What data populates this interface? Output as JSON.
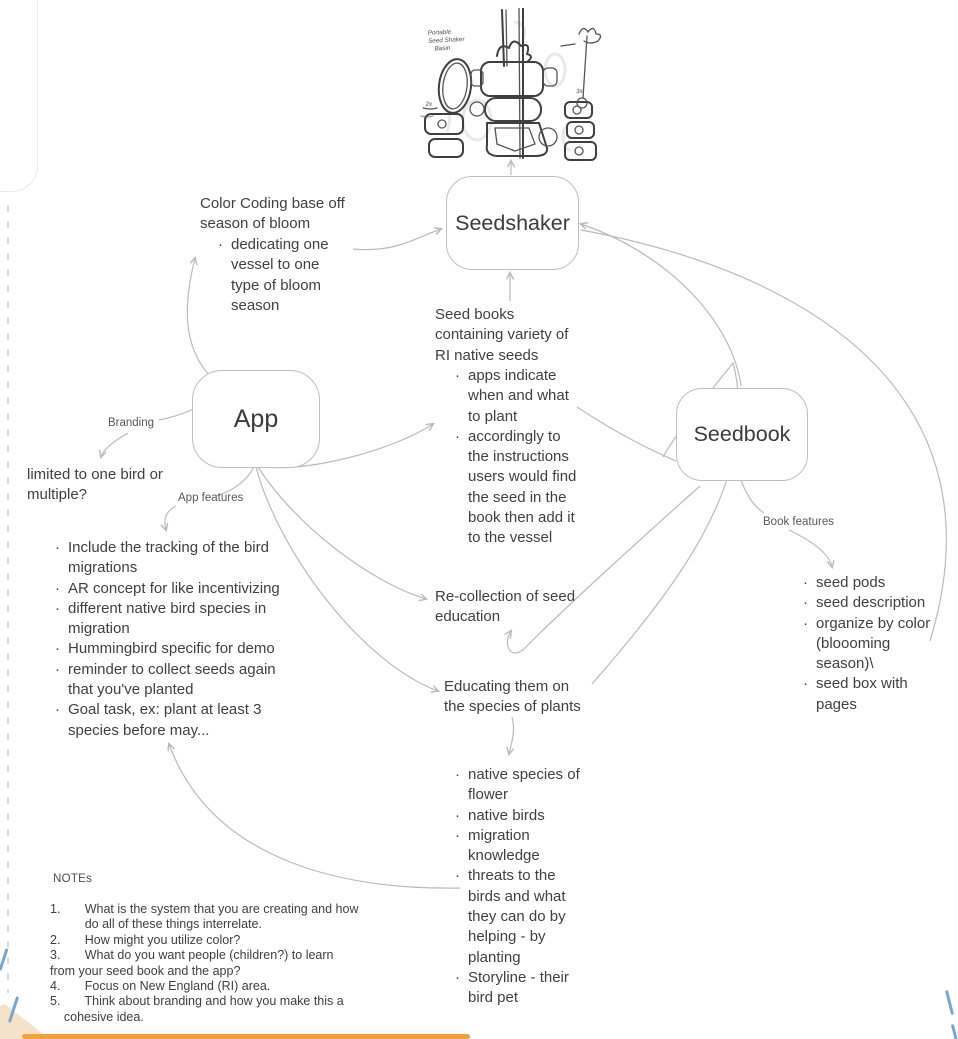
{
  "colors": {
    "connector": "#b8bbc1",
    "arrowhead": "#7a7d82",
    "node_border": "#bdbfc5",
    "text": "#3e3f43",
    "small_label": "#55575c",
    "blue_pen": "#7ca6c8",
    "orange_bar": "#efa23d",
    "peach_shape": "#f6e2cb"
  },
  "sketch": {
    "title_lines": [
      "Portable",
      "Seed Shaker",
      "Basin"
    ],
    "qty_left": "2x",
    "qty_right": "3x"
  },
  "nodes": {
    "seedshaker": {
      "label": "Seedshaker"
    },
    "app": {
      "label": "App"
    },
    "seedbook": {
      "label": "Seedbook"
    }
  },
  "labels": {
    "branding": "Branding",
    "app_features": "App features",
    "book_features": "Book features"
  },
  "blocks": {
    "color_coding": {
      "text": "Color Coding base off\nseason of bloom",
      "bullets": [
        "dedicating one\nvessel to one\ntype of bloom\nseason"
      ]
    },
    "seed_books": {
      "text": "Seed books\ncontaining variety of\nRI native seeds",
      "bullets": [
        "apps indicate\nwhen and what\nto plant",
        "accordingly to\nthe instructions\nusers would find\nthe seed in the\nbook then add it\nto the vessel"
      ]
    },
    "limited": {
      "text": "limited to one bird or\nmultiple?"
    },
    "app_feature_list": {
      "bullets": [
        "Include the tracking of the bird\nmigrations",
        "AR concept for like incentivizing",
        "different native bird species in\nmigration",
        "Hummingbird specific for demo",
        "reminder to collect seeds again\nthat you've planted",
        "Goal task, ex: plant at least 3\nspecies before may..."
      ]
    },
    "recollection": {
      "text": "Re-collection of seed\neducation"
    },
    "educating": {
      "text": "Educating them on\nthe species of plants"
    },
    "plants_list": {
      "bullets": [
        "native species of\nflower",
        "native birds",
        "migration\nknowledge",
        "threats to the\nbirds and what\nthey can do by\nhelping - by\nplanting",
        "Storyline - their\nbird pet"
      ]
    },
    "book_feature_list": {
      "bullets": [
        "seed pods",
        "seed description",
        "organize by color\n(bloooming\nseason)\\",
        "seed box with\npages"
      ]
    }
  },
  "notes": {
    "title": "NOTEs",
    "lines": [
      "1.       What is the system that you are creating and how",
      "          do all of these things interrelate.",
      "2.       How might you utilize color?",
      "3.       What do you want people (children?) to learn",
      "from your seed book and the app?",
      "4.       Focus on New England (RI) area.",
      "5.       Think about branding and how you make this a",
      "    cohesive idea."
    ]
  }
}
